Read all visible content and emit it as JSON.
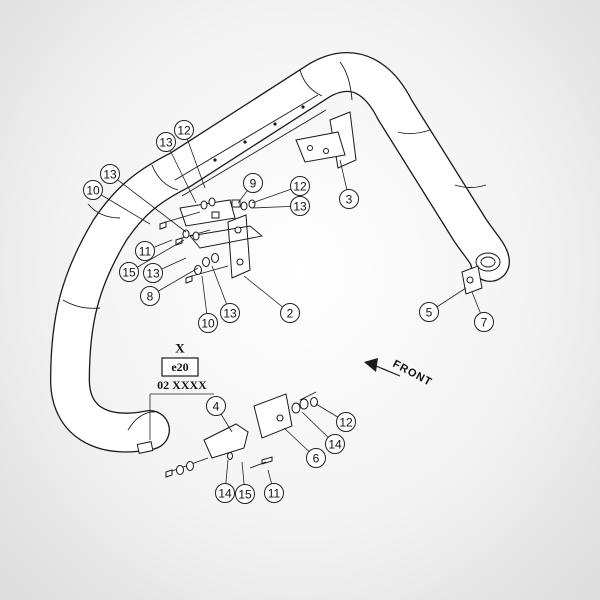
{
  "colors": {
    "line": "#1a1a1a",
    "background": "#f3f3f3"
  },
  "front_label": "FRONT",
  "approval_mark": {
    "x_label": "X",
    "code": "e20",
    "number": "02 XXXX"
  },
  "callouts": [
    {
      "label": "12"
    },
    {
      "label": "13"
    },
    {
      "label": "13"
    },
    {
      "label": "10"
    },
    {
      "label": "9"
    },
    {
      "label": "12"
    },
    {
      "label": "13"
    },
    {
      "label": "3"
    },
    {
      "label": "11"
    },
    {
      "label": "15"
    },
    {
      "label": "13"
    },
    {
      "label": "8"
    },
    {
      "label": "10"
    },
    {
      "label": "13"
    },
    {
      "label": "2"
    },
    {
      "label": "5"
    },
    {
      "label": "7"
    },
    {
      "label": "4"
    },
    {
      "label": "12"
    },
    {
      "label": "14"
    },
    {
      "label": "6"
    },
    {
      "label": "14"
    },
    {
      "label": "15"
    },
    {
      "label": "11"
    }
  ]
}
